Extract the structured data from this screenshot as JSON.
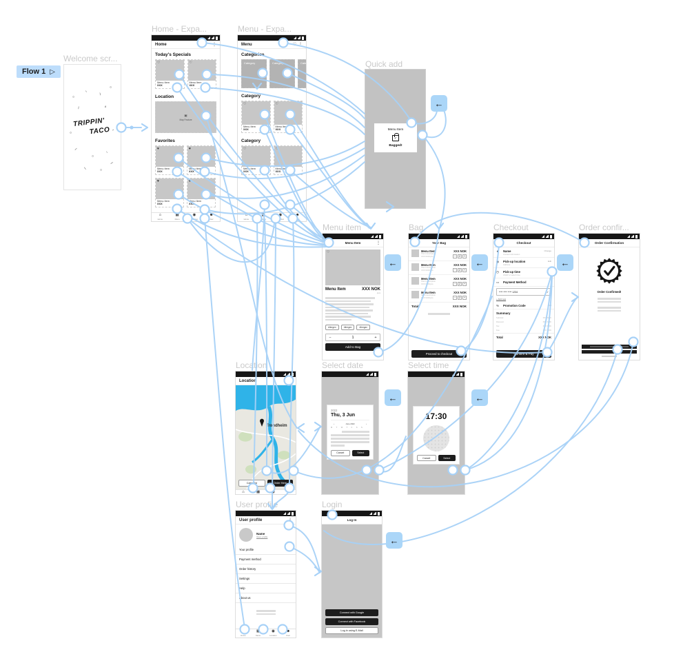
{
  "icons": {
    "play": "▷",
    "back": "←",
    "heart": "♡",
    "heart_filled": "♥",
    "overflow": "⋮",
    "minus": "−",
    "plus": "+",
    "check": "✓",
    "chevron_left": "‹",
    "chevron_right": "›",
    "person": "☻",
    "pin": "◉",
    "clock": "◷",
    "card": "▭",
    "percent": "%",
    "map": "▣"
  },
  "flow": {
    "label": "Flow 1"
  },
  "welcome": {
    "frame_title": "Welcome scr...",
    "logo_top": "TRIPPIN'",
    "logo_bottom": "TACO",
    "doodles": [
      "○",
      "~",
      "/",
      "○",
      "\\",
      "≈",
      "○",
      "~",
      "/",
      "○",
      "~",
      "\\",
      "○",
      "/"
    ]
  },
  "home": {
    "frame_title": "Home - Expa...",
    "appbar_title": "Home",
    "specials_heading": "Today's Specials",
    "location_heading": "Location",
    "favorites_heading": "Favorites",
    "map_placeholder": "Map Feature",
    "specials": [
      {
        "heart": "♡",
        "name": "Menu Item",
        "price": "XXX"
      },
      {
        "heart": "♡",
        "name": "Menu Item",
        "price": "XXX"
      }
    ],
    "favorites": [
      {
        "heart": "♥",
        "name": "Menu Item",
        "price": "XXX"
      },
      {
        "heart": "♥",
        "name": "Menu Item",
        "price": "XXX"
      },
      {
        "heart": "♥",
        "name": "Menu Item",
        "price": "XXX"
      },
      {
        "heart": "♥",
        "name": "Menu Item",
        "price": "XXX"
      }
    ],
    "nav": [
      {
        "icon": "⌂",
        "label": "Home"
      },
      {
        "icon": "▦",
        "label": "Menu"
      },
      {
        "icon": "◉",
        "label": "Location"
      },
      {
        "icon": "☻",
        "label": "User"
      }
    ]
  },
  "menu": {
    "frame_title": "Menu - Expa...",
    "appbar_title": "Menu",
    "categories_heading": "Categories",
    "category_heading_1": "Category",
    "category_heading_2": "Category",
    "category_cards": [
      "Category",
      "Category",
      "Category"
    ],
    "items_1": [
      {
        "heart": "♡",
        "name": "Menu Item",
        "price": "XXX"
      },
      {
        "heart": "♡",
        "name": "Menu Item",
        "price": "XXX"
      }
    ],
    "items_2": [
      {
        "heart": "♡",
        "name": "Menu Item",
        "price": "XXX"
      },
      {
        "heart": "♡",
        "name": "Menu Item",
        "price": "XXX"
      }
    ],
    "nav": [
      {
        "icon": "⌂",
        "label": "Home"
      },
      {
        "icon": "▦",
        "label": "Menu"
      },
      {
        "icon": "◉",
        "label": "Location"
      },
      {
        "icon": "☻",
        "label": "User"
      }
    ]
  },
  "quick_add": {
    "frame_title": "Quick add",
    "item_name": "Menu Item",
    "status": "Bagged!"
  },
  "menu_item": {
    "frame_title": "Menu item",
    "appbar_title": "Menu Item",
    "name": "Menu Item",
    "price": "XXX NOK",
    "price_unit": "/pcs",
    "chips": [
      "Allergen",
      "Allergen",
      "Allergen"
    ],
    "quantity": "1",
    "add_button": "Add to Bag"
  },
  "bag": {
    "frame_title": "Bag",
    "appbar_title": "Your Bag",
    "items": [
      {
        "name": "Menu Item",
        "description": "Short description",
        "unit_price": "XXX NOK/pcs",
        "price": "XXX NOK",
        "qty": "2"
      },
      {
        "name": "Menu Item",
        "description": "Short description",
        "unit_price": "XXX NOK/pcs",
        "price": "XXX NOK",
        "qty": "2"
      },
      {
        "name": "Menu Item",
        "description": "Short description",
        "unit_price": "XXX NOK/pcs",
        "price": "XXX NOK",
        "qty": "2"
      },
      {
        "name": "Menu Item",
        "description": "Short description",
        "unit_price": "XXX NOK/pcs",
        "price": "XXX NOK",
        "qty": "2"
      }
    ],
    "total_label": "Total",
    "total_value": "XXX NOK",
    "checkout_button": "Proceed to checkout"
  },
  "checkout": {
    "frame_title": "Checkout",
    "appbar_title": "Checkout",
    "rows": [
      {
        "icon": "☻",
        "label": "Name",
        "sub": "Contact information",
        "action": "Change"
      },
      {
        "icon": "◉",
        "label": "Pick-up location",
        "sub": "Address",
        "action": "Edit"
      },
      {
        "icon": "◷",
        "label": "Pick-up time",
        "sub": "ASAP or select time",
        "action": ""
      },
      {
        "icon": "▭",
        "label": "Payment Method",
        "sub": "",
        "action": ""
      }
    ],
    "card_number": "**** **** **** 1234",
    "card_check": "✓",
    "add_new": "+ Add new",
    "promo_icon": "%",
    "promo_label": "Promotion Code",
    "promo_action": "Add",
    "summary_heading": "Summary",
    "summary": [
      {
        "label": "Subtotal",
        "value": "XXX NOK"
      },
      {
        "label": "Discount",
        "value": "XXX NOK"
      },
      {
        "label": "Tax",
        "value": "XXX NOK"
      },
      {
        "label": "Fee",
        "value": "XXX NOK"
      }
    ],
    "total_label": "Total",
    "total_value": "XXX NOK",
    "pay_button": "Confirm & Pay"
  },
  "order_confirmation": {
    "frame_title": "Order confir...",
    "appbar_title": "Order Confirmation",
    "message": "Order Confirmed!"
  },
  "location": {
    "frame_title": "Location",
    "appbar_title": "Location",
    "city": "Trondheim",
    "calendar_button": "Calendar",
    "order_button": "Order Here",
    "nav": [
      {
        "icon": "⌂",
        "label": "Home"
      },
      {
        "icon": "▦",
        "label": "Menu"
      },
      {
        "icon": "◉",
        "label": "Location"
      },
      {
        "icon": "☻",
        "label": "User"
      }
    ]
  },
  "select_date": {
    "frame_title": "Select date",
    "year": "2022",
    "date": "Thu, 3 Jun",
    "month_label": "June 2022",
    "weekdays": "M T W T F S S",
    "cancel_button": "Cancel",
    "ok_button": "Select"
  },
  "select_time": {
    "frame_title": "Select time",
    "time": "17:30",
    "cancel_button": "Cancel",
    "ok_button": "Select"
  },
  "user_profile": {
    "frame_title": "User profile",
    "appbar_title": "User profile",
    "name": "Name",
    "profile_link": "Open profile",
    "menu": [
      "Your profile",
      "Payment method",
      "Order history",
      "Settings",
      "Help",
      "About us"
    ],
    "nav": [
      {
        "icon": "⌂",
        "label": "Home"
      },
      {
        "icon": "▦",
        "label": "Menu"
      },
      {
        "icon": "◉",
        "label": "Location"
      },
      {
        "icon": "☻",
        "label": "User"
      }
    ]
  },
  "login": {
    "frame_title": "Login",
    "appbar_title": "Log In",
    "buttons": [
      "Connect with Google",
      "Connect with Facebook",
      "Log in using E-Mail"
    ]
  },
  "colors": {
    "flow_blue": "#a7d1f7",
    "chip_blue": "#bdddfb",
    "frame_title_gray": "#c9c9c9"
  }
}
